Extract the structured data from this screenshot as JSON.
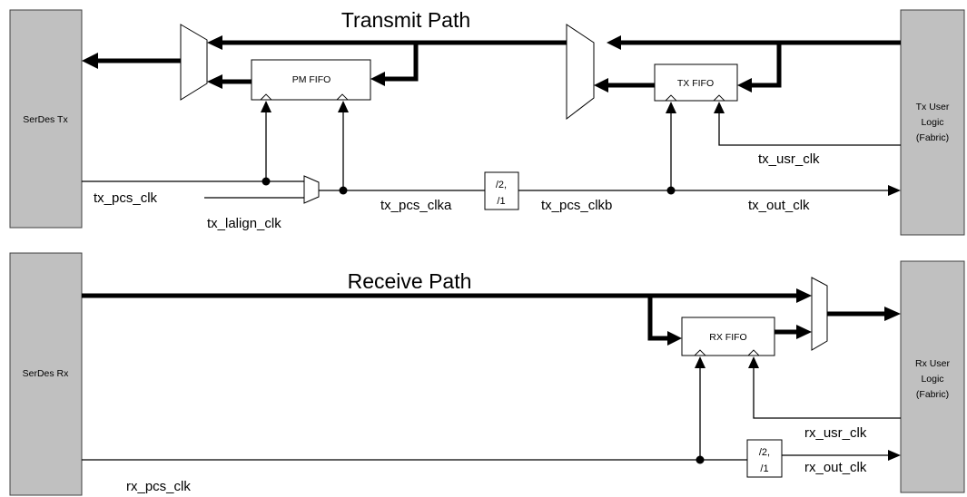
{
  "transmit": {
    "title": "Transmit Path",
    "serdes_label": "SerDes Tx",
    "user_logic": [
      "Tx User",
      "Logic",
      "(Fabric)"
    ],
    "pm_fifo": "PM FIFO",
    "tx_fifo": "TX FIFO",
    "divider": [
      "/2,",
      "/1"
    ],
    "signals": {
      "tx_pcs_clk": "tx_pcs_clk",
      "tx_lalign_clk": "tx_lalign_clk",
      "tx_pcs_clka": "tx_pcs_clka",
      "tx_pcs_clkb": "tx_pcs_clkb",
      "tx_out_clk": "tx_out_clk",
      "tx_usr_clk": "tx_usr_clk"
    }
  },
  "receive": {
    "title": "Receive Path",
    "serdes_label": "SerDes Rx",
    "user_logic": [
      "Rx User",
      "Logic",
      "(Fabric)"
    ],
    "rx_fifo": "RX FIFO",
    "divider": [
      "/2,",
      "/1"
    ],
    "signals": {
      "rx_pcs_clk": "rx_pcs_clk",
      "rx_usr_clk": "rx_usr_clk",
      "rx_out_clk": "rx_out_clk"
    }
  }
}
